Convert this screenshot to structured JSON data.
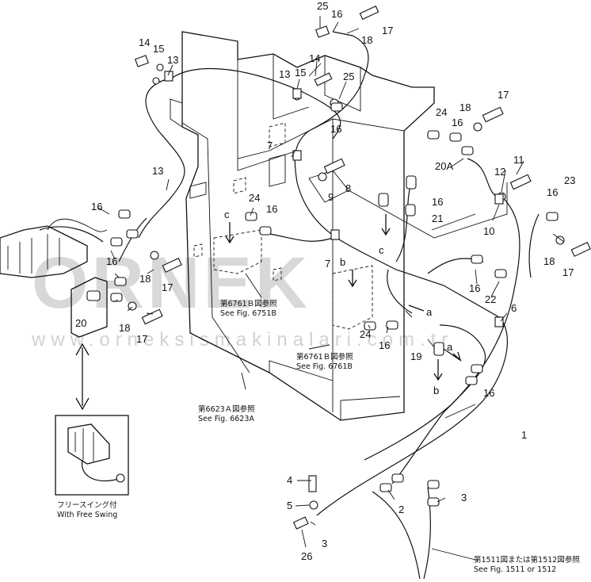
{
  "watermark": {
    "logo": "ORNEK",
    "url": "www.orneksismakinalari.com.tr"
  },
  "callouts": [
    {
      "id": "c-25a",
      "text": "25"
    },
    {
      "id": "c-16a",
      "text": "16"
    },
    {
      "id": "c-18a",
      "text": "18"
    },
    {
      "id": "c-17a",
      "text": "17"
    },
    {
      "id": "c-14a",
      "text": "14"
    },
    {
      "id": "c-15a",
      "text": "15"
    },
    {
      "id": "c-13a",
      "text": "13"
    },
    {
      "id": "c-14b",
      "text": "14"
    },
    {
      "id": "c-13b",
      "text": "13"
    },
    {
      "id": "c-15b",
      "text": "15"
    },
    {
      "id": "c-25b",
      "text": "25"
    },
    {
      "id": "c-16b",
      "text": "16"
    },
    {
      "id": "c-17b",
      "text": "17"
    },
    {
      "id": "c-18b",
      "text": "18"
    },
    {
      "id": "c-24a",
      "text": "24"
    },
    {
      "id": "c-16c",
      "text": "16"
    },
    {
      "id": "c-7a",
      "text": "7"
    },
    {
      "id": "c-11",
      "text": "11"
    },
    {
      "id": "c-20a",
      "text": "20A"
    },
    {
      "id": "c-12",
      "text": "12"
    },
    {
      "id": "c-23",
      "text": "23"
    },
    {
      "id": "c-16d",
      "text": "16"
    },
    {
      "id": "c-9",
      "text": "9"
    },
    {
      "id": "c-8",
      "text": "8"
    },
    {
      "id": "c-16e",
      "text": "16"
    },
    {
      "id": "c-21",
      "text": "21"
    },
    {
      "id": "c-13c",
      "text": "13"
    },
    {
      "id": "c-24b",
      "text": "24"
    },
    {
      "id": "c-16f",
      "text": "16"
    },
    {
      "id": "c-c1",
      "text": "c"
    },
    {
      "id": "c-16g",
      "text": "16"
    },
    {
      "id": "c-10",
      "text": "10"
    },
    {
      "id": "c-18c",
      "text": "18"
    },
    {
      "id": "c-17c",
      "text": "17"
    },
    {
      "id": "c-b1",
      "text": "b"
    },
    {
      "id": "c-c2",
      "text": "c"
    },
    {
      "id": "c-7b",
      "text": "7"
    },
    {
      "id": "c-16h",
      "text": "16"
    },
    {
      "id": "c-22",
      "text": "22"
    },
    {
      "id": "c-18d",
      "text": "18"
    },
    {
      "id": "c-17d",
      "text": "17"
    },
    {
      "id": "c-16i",
      "text": "16"
    },
    {
      "id": "c-20",
      "text": "20"
    },
    {
      "id": "c-18e",
      "text": "18"
    },
    {
      "id": "c-17e",
      "text": "17"
    },
    {
      "id": "c-6",
      "text": "6"
    },
    {
      "id": "c-a1",
      "text": "a"
    },
    {
      "id": "c-24c",
      "text": "24"
    },
    {
      "id": "c-16j",
      "text": "16"
    },
    {
      "id": "c-19",
      "text": "19"
    },
    {
      "id": "c-a2",
      "text": "a"
    },
    {
      "id": "c-b2",
      "text": "b"
    },
    {
      "id": "c-16k",
      "text": "16"
    },
    {
      "id": "c-1",
      "text": "1"
    },
    {
      "id": "c-4",
      "text": "4"
    },
    {
      "id": "c-5",
      "text": "5"
    },
    {
      "id": "c-2",
      "text": "2"
    },
    {
      "id": "c-3a",
      "text": "3"
    },
    {
      "id": "c-3b",
      "text": "3"
    },
    {
      "id": "c-26",
      "text": "26"
    }
  ],
  "references": {
    "ref_6751_left": {
      "jp": "第6761Ｂ図参照",
      "en": "See Fig. 6751B"
    },
    "ref_6761_right": {
      "jp": "第6761Ｂ図参照",
      "en": "See Fig. 6761B"
    },
    "ref_6623": {
      "jp": "第6623Ａ図参照",
      "en": "See Fig. 6623A"
    },
    "ref_1511": {
      "jp": "第1511図または第1512図参照",
      "en": "See Fig. 1511 or 1512"
    }
  },
  "inset": {
    "jp": "フリースイング付",
    "en": "With Free Swing"
  }
}
